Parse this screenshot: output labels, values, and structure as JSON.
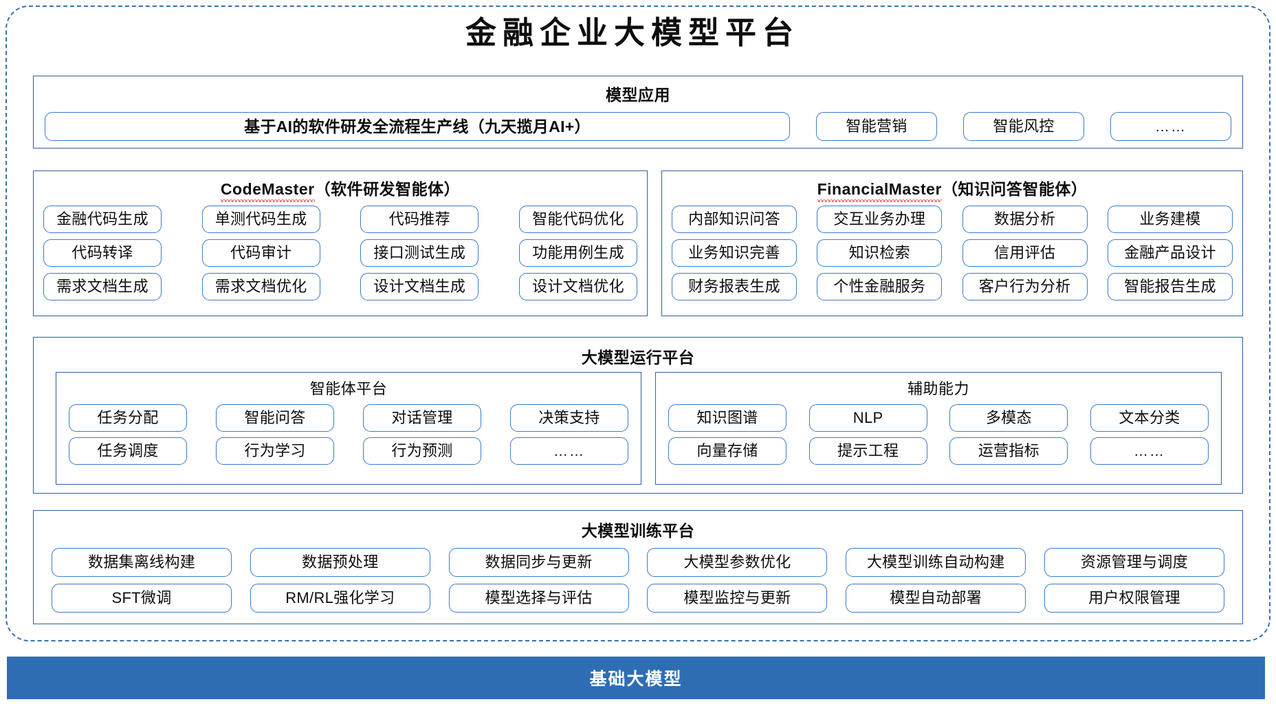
{
  "title": "金融企业大模型平台",
  "colors": {
    "frame_dashed": "#3a6fb0",
    "panel_border": "#2e5f9e",
    "chip_border": "#3a7bc8",
    "base_bar": "#2e6db4",
    "spellcheck_underline": "#e02020",
    "text": "#0d0d0d"
  },
  "sections": {
    "apps": {
      "title": "模型应用",
      "pipeline": "基于AI的软件研发全流程生产线（九天揽月AI+）",
      "items": [
        "智能营销",
        "智能风控",
        "……"
      ]
    },
    "code_master": {
      "name": "CodeMaster",
      "suffix": "（软件研发智能体）",
      "rows": [
        [
          "金融代码生成",
          "单测代码生成",
          "代码推荐",
          "智能代码优化"
        ],
        [
          "代码转译",
          "代码审计",
          "接口测试生成",
          "功能用例生成"
        ],
        [
          "需求文档生成",
          "需求文档优化",
          "设计文档生成",
          "设计文档优化"
        ]
      ]
    },
    "financial_master": {
      "name": "FinancialMaster",
      "suffix": "（知识问答智能体）",
      "rows": [
        [
          "内部知识问答",
          "交互业务办理",
          "数据分析",
          "业务建模"
        ],
        [
          "业务知识完善",
          "知识检索",
          "信用评估",
          "金融产品设计"
        ],
        [
          "财务报表生成",
          "个性金融服务",
          "客户行为分析",
          "智能报告生成"
        ]
      ]
    },
    "runtime": {
      "title": "大模型运行平台",
      "agent_platform": {
        "title": "智能体平台",
        "rows": [
          [
            "任务分配",
            "智能问答",
            "对话管理",
            "决策支持"
          ],
          [
            "任务调度",
            "行为学习",
            "行为预测",
            "……"
          ]
        ]
      },
      "aux": {
        "title": "辅助能力",
        "rows": [
          [
            "知识图谱",
            "NLP",
            "多模态",
            "文本分类"
          ],
          [
            "向量存储",
            "提示工程",
            "运营指标",
            "……"
          ]
        ]
      }
    },
    "training": {
      "title": "大模型训练平台",
      "rows": [
        [
          "数据集离线构建",
          "数据预处理",
          "数据同步与更新",
          "大模型参数优化",
          "大模型训练自动构建",
          "资源管理与调度"
        ],
        [
          "SFT微调",
          "RM/RL强化学习",
          "模型选择与评估",
          "模型监控与更新",
          "模型自动部署",
          "用户权限管理"
        ]
      ]
    },
    "base": {
      "label": "基础大模型"
    }
  }
}
